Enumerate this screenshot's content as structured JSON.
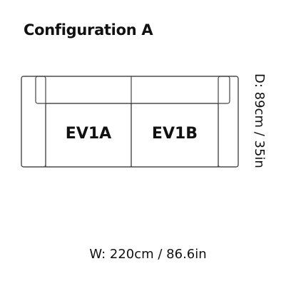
{
  "title": "Configuration A",
  "modules": [
    {
      "label": "EV1A"
    },
    {
      "label": "EV1B"
    }
  ],
  "dimensions": {
    "depth": "D: 89cm / 35in",
    "width": "W: 220cm / 86.6in"
  },
  "colors": {
    "outline": "#444444",
    "text": "#111111"
  }
}
